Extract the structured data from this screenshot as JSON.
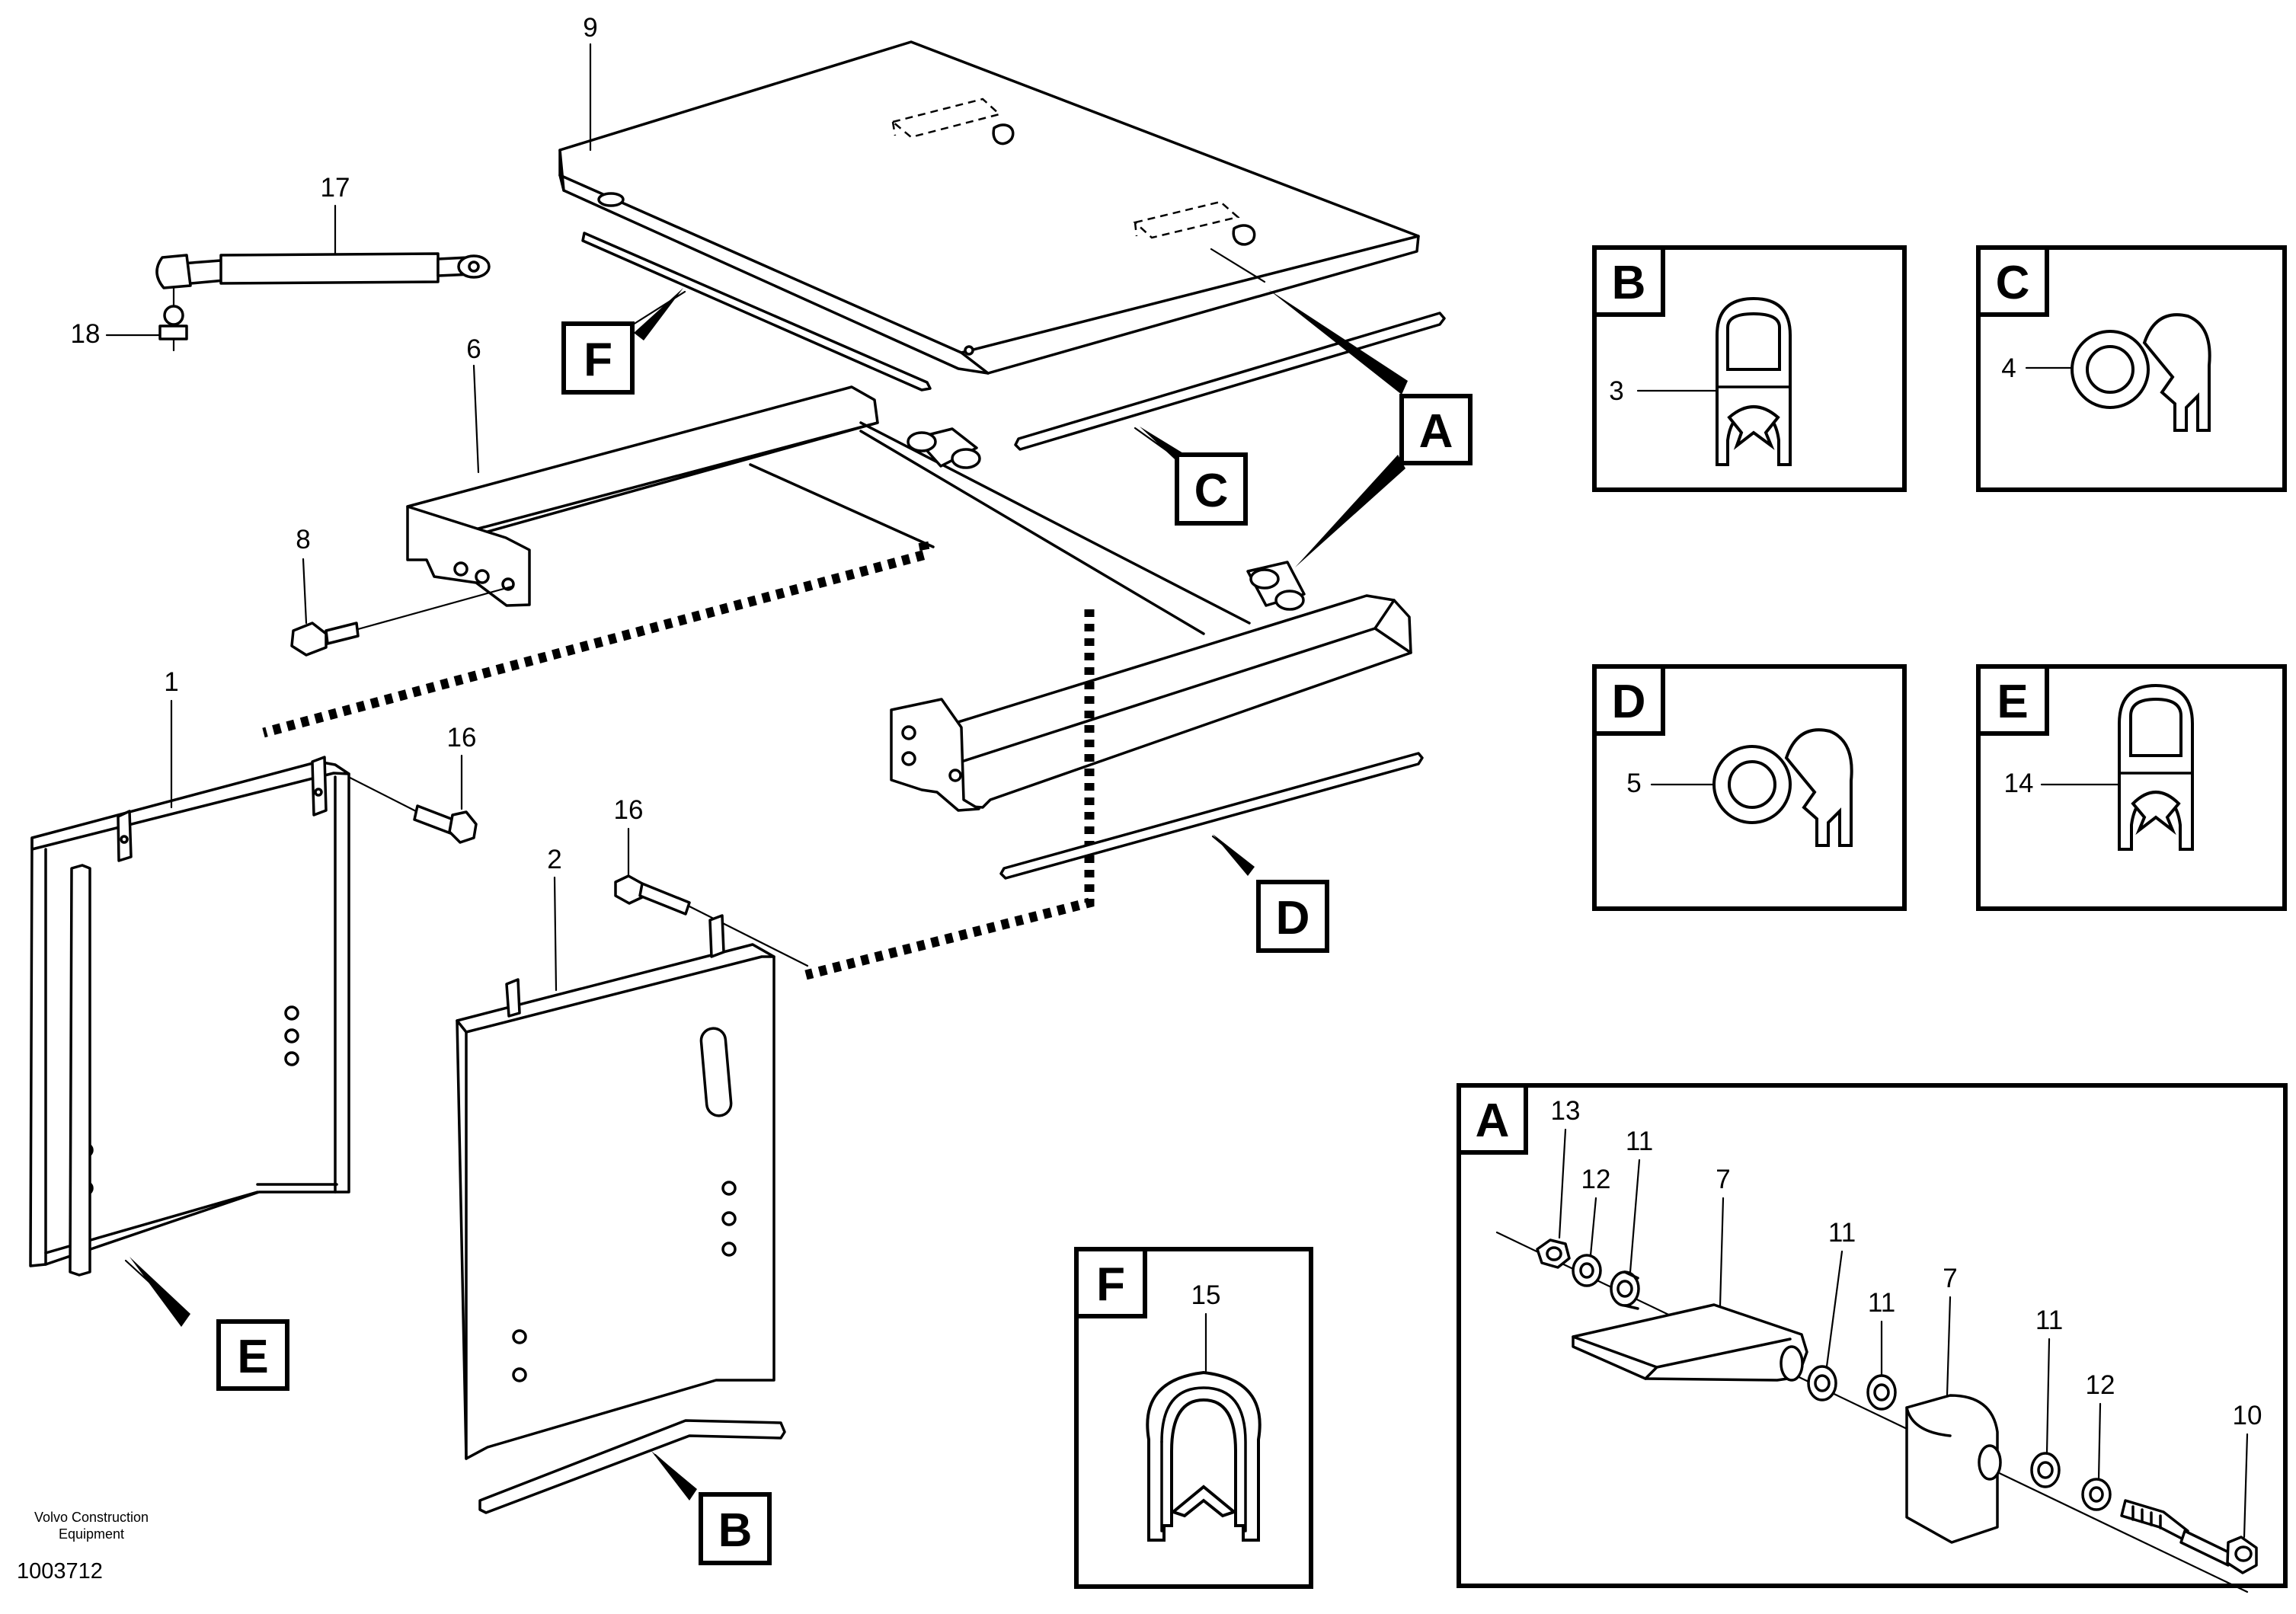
{
  "callout_letters": {
    "a": "A",
    "b": "B",
    "c": "C",
    "d": "D",
    "e": "E",
    "f": "F"
  },
  "part_numbers": {
    "p1": "1",
    "p2": "2",
    "p3": "3",
    "p4": "4",
    "p5": "5",
    "p6": "6",
    "p7": "7",
    "p8": "8",
    "p9": "9",
    "p10": "10",
    "p11": "11",
    "p12": "12",
    "p13": "13",
    "p14": "14",
    "p15": "15",
    "p16": "16",
    "p17": "17",
    "p18": "18"
  },
  "footer": {
    "credit_line1": "Volvo Construction",
    "credit_line2": "Equipment",
    "doc_number": "1003712"
  }
}
